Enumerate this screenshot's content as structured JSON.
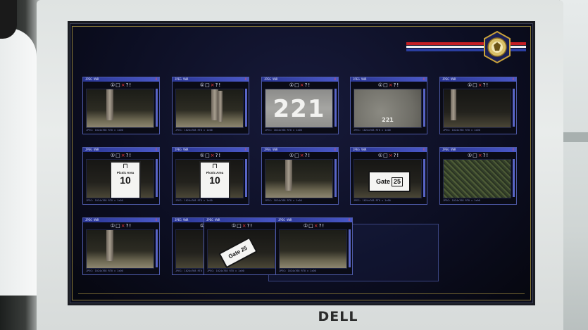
{
  "monitor": {
    "brand": "DELL"
  },
  "screen": {
    "background_text": "",
    "stripes": {
      "red": "#c41e24",
      "white": "#f2f2f2",
      "blue": "#2a3ea0"
    },
    "emblem_icon": "fbi-seal-icon"
  },
  "window_chrome": {
    "title": "JPEG VWR",
    "title_right": "X",
    "controls": [
      "①",
      "□",
      "×",
      "?",
      "!"
    ],
    "status": "JPEG: 1024x768  RT0 x 1x00"
  },
  "thumbnails": [
    {
      "id": "t1",
      "kind": "tree-night"
    },
    {
      "id": "t2",
      "kind": "tree-night-double"
    },
    {
      "id": "t3",
      "kind": "pavement-number",
      "text": "221"
    },
    {
      "id": "t4",
      "kind": "pavement-number-small",
      "text": "221"
    },
    {
      "id": "t5",
      "kind": "tree-dark"
    },
    {
      "id": "t6",
      "kind": "picnic-sign",
      "sign_label": "Picnic Area",
      "sign_number": "10"
    },
    {
      "id": "t7",
      "kind": "picnic-sign",
      "sign_label": "Picnic Area",
      "sign_number": "10"
    },
    {
      "id": "t8",
      "kind": "tree-night"
    },
    {
      "id": "t9",
      "kind": "gate-sign",
      "sign_label": "Gate",
      "sign_number": "25"
    },
    {
      "id": "t10",
      "kind": "forest-ground"
    },
    {
      "id": "t11",
      "kind": "tree-night"
    },
    {
      "id": "t12",
      "kind": "dark-field"
    },
    {
      "id": "t13",
      "kind": "gate-sign-tilted",
      "sign_label": "Gate",
      "sign_number": "25"
    },
    {
      "id": "t14",
      "kind": "night-ground"
    }
  ]
}
